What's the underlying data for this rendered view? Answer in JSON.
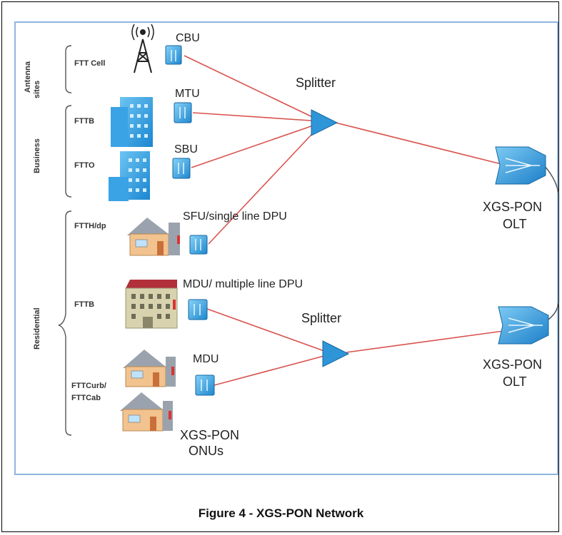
{
  "caption": "Figure 4 - XGS-PON Network",
  "groups": {
    "antenna": "Antenna sites",
    "business": "Business",
    "residential": "Residential"
  },
  "categories": {
    "ftt_cell": "FTT Cell",
    "fttb_business": "FTTB",
    "ftto": "FTTO",
    "ftth_dp": "FTTH/dp",
    "fttb_residential": "FTTB",
    "fttcurb_line1": "FTTCurb/",
    "fttcurb_line2": "FTTCab"
  },
  "devices": {
    "cbu": "CBU",
    "mtu": "MTU",
    "sbu": "SBU",
    "sfu": "SFU/single line DPU",
    "mdu_multi": "MDU/ multiple line DPU",
    "mdu": "MDU",
    "onus_line1": "XGS-PON",
    "onus_line2": "ONUs"
  },
  "splitters": {
    "top": "Splitter",
    "bottom": "Splitter"
  },
  "olts": {
    "top_line1": "XGS-PON",
    "top_line2": "OLT",
    "bottom_line1": "XGS-PON",
    "bottom_line2": "OLT"
  },
  "colors": {
    "link": "#d9534f",
    "device": "#2e8fd0",
    "frame": "#8fb4de"
  }
}
